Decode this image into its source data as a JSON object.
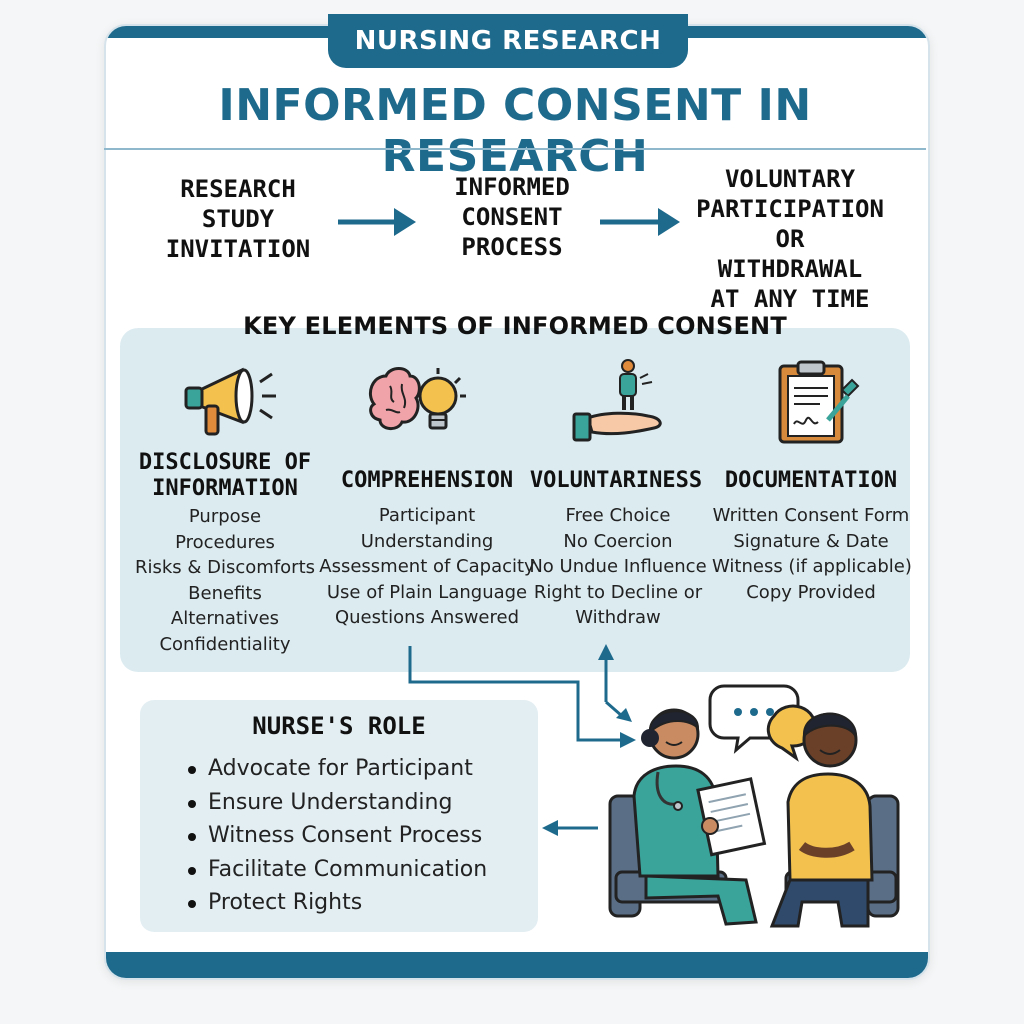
{
  "header": {
    "tab_label": "NURSING RESEARCH",
    "title": "INFORMED CONSENT IN RESEARCH"
  },
  "flow": {
    "steps": [
      {
        "label": "RESEARCH\nSTUDY\nINVITATION"
      },
      {
        "label": "INFORMED\nCONSENT\nPROCESS"
      },
      {
        "label": "VOLUNTARY\nPARTICIPATION\nOR\nWITHDRAWAL\nAT ANY TIME"
      }
    ]
  },
  "key_elements": {
    "title": "KEY ELEMENTS OF INFORMED CONSENT",
    "items": [
      {
        "icon": "megaphone-icon",
        "heading": "DISCLOSURE OF INFORMATION",
        "points": [
          "Purpose",
          "Procedures",
          "Risks & Discomforts",
          "Benefits",
          "Alternatives",
          "Confidentiality"
        ]
      },
      {
        "icon": "brain-lightbulb-icon",
        "heading": "COMPREHENSION",
        "points": [
          "Participant",
          "Understanding",
          "Assessment of Capacity",
          "Use of Plain Language",
          "Questions Answered"
        ]
      },
      {
        "icon": "hand-person-icon",
        "heading": "VOLUNTARINESS",
        "points": [
          "Free Choice",
          "No Coercion",
          "No Undue Influence",
          "Right to Decline or",
          "Withdraw"
        ]
      },
      {
        "icon": "clipboard-signature-icon",
        "heading": "DOCUMENTATION",
        "points": [
          "Written Consent Form",
          "Signature & Date",
          "Witness (if applicable)",
          "Copy Provided"
        ]
      }
    ]
  },
  "nurse_role": {
    "title": "NURSE'S ROLE",
    "points": [
      "Advocate for Participant",
      "Ensure Understanding",
      "Witness Consent Process",
      "Facilitate Communication",
      "Protect Rights"
    ]
  },
  "colors": {
    "brand": "#1e6a8d",
    "panel": "#dcebf0",
    "accent_yellow": "#f2c14e",
    "accent_teal": "#3aa39a"
  }
}
